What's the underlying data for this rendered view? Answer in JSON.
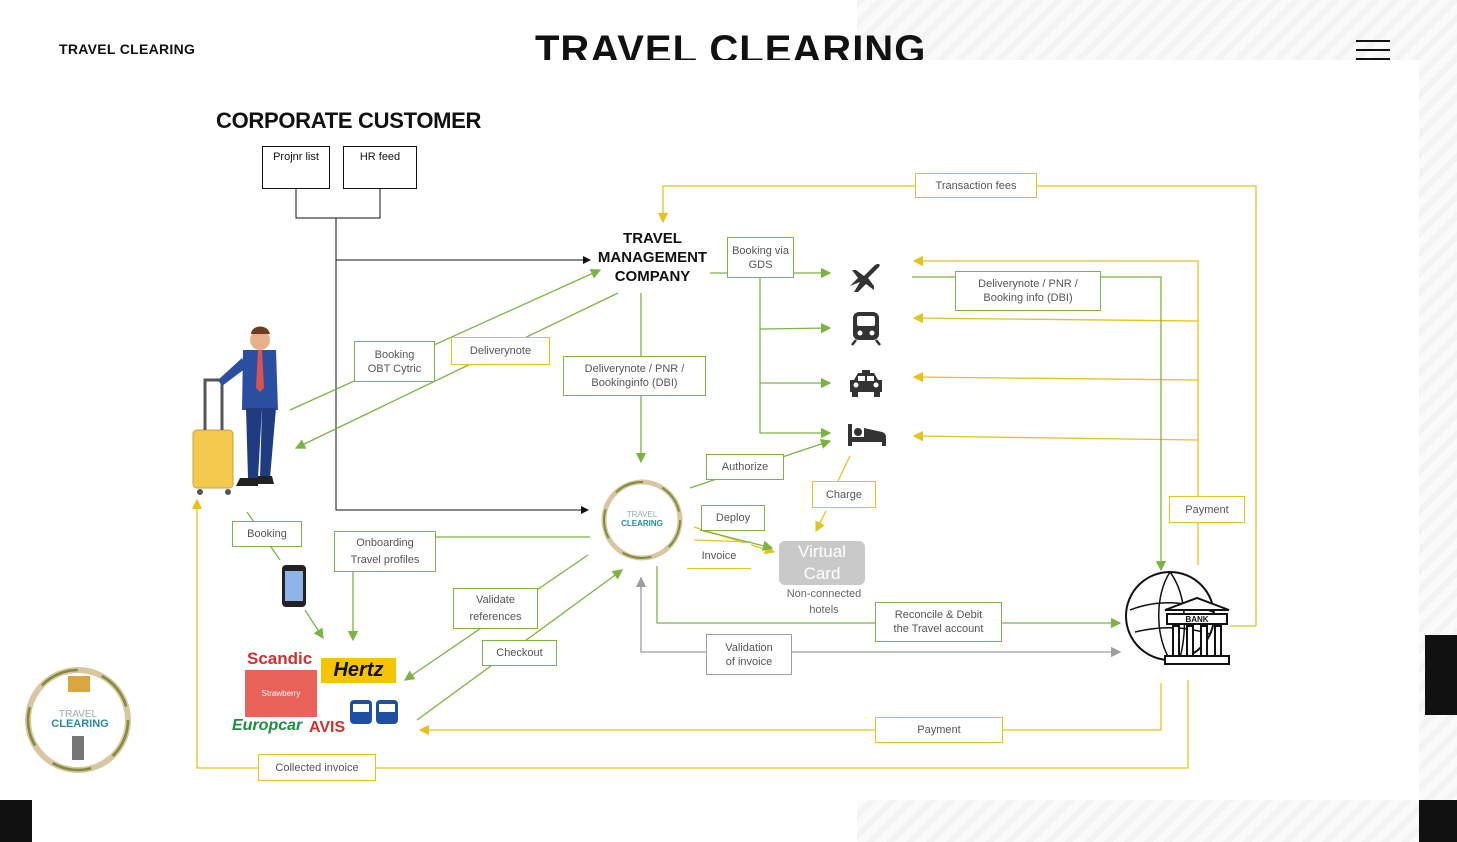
{
  "header": {
    "site_name": "TRAVEL CLEARING",
    "title": "TRAVEL CLEARING"
  },
  "diagram": {
    "corporate_customer": "CORPORATE CUSTOMER",
    "projnr_list": "Projnr list",
    "hr_feed": "HR feed",
    "tmc_line1": "TRAVEL",
    "tmc_line2": "MANAGEMENT",
    "tmc_line3": "COMPANY",
    "transaction_fees": "Transaction fees",
    "booking_via_gds": "Booking via GDS",
    "deliverynote_pnr_booking_info": "Deliverynote / PNR / Booking info (DBI)",
    "booking_obt_cytric": "Booking OBT Cytric",
    "deliverynote": "Deliverynote",
    "deliverynote_pnr_bookinginfo": "Deliverynote / PNR / Bookinginfo (DBI)",
    "authorize": "Authorize",
    "charge": "Charge",
    "deploy": "Deploy",
    "invoice": "Invoice",
    "virtual_card_line1": "Virtual",
    "virtual_card_line2": "Card",
    "non_connected_hotels": "Non-connected hotels",
    "payment_right": "Payment",
    "booking": "Booking",
    "onboarding_travel_profiles": "Onboarding Travel profiles",
    "validate_references": "Validate references",
    "checkout": "Checkout",
    "reconcile_debit": "Reconcile & Debit the Travel account",
    "validation_of_invoice": "Validation of invoice",
    "payment_bottom": "Payment",
    "collected_invoice": "Collected invoice",
    "bank_label": "BANK",
    "logo_travel": "TRAVEL",
    "logo_clearing": "CLEARING"
  },
  "suppliers": {
    "scandic": "Scandic",
    "hertz": "Hertz",
    "strawberry": "Strawberry",
    "europcar": "Europcar",
    "avis": "AVIS"
  },
  "colors": {
    "green": "#7cb342",
    "yellow": "#e6c21c",
    "black": "#111111",
    "gray": "#9e9e9e"
  },
  "icons": [
    "plane-icon",
    "train-icon",
    "taxi-icon",
    "bed-icon",
    "bank-icon",
    "phone-icon",
    "bus-icon",
    "traveler-illustration",
    "travel-clearing-logo",
    "hamburger-menu-icon"
  ]
}
